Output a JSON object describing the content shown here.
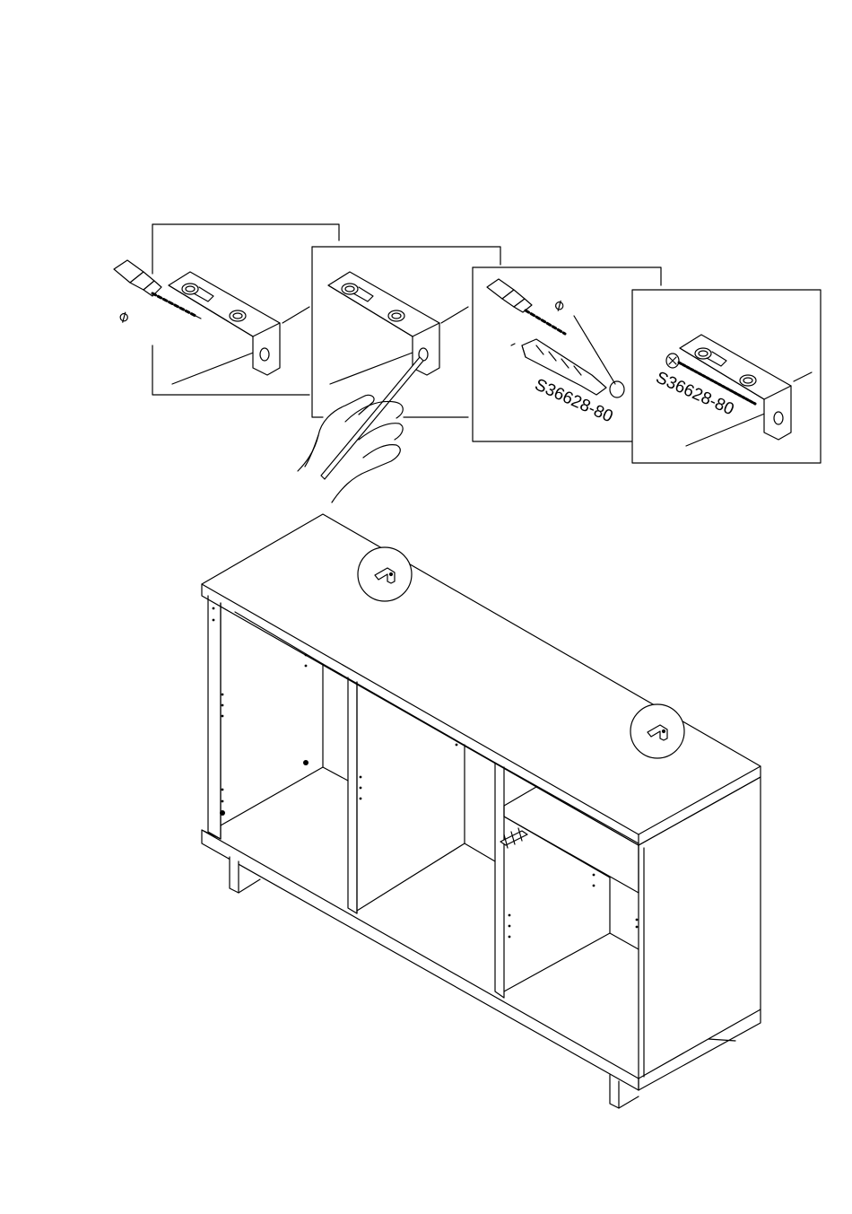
{
  "steps": [
    {
      "id": "drill",
      "symbol": "⌀"
    },
    {
      "id": "mark",
      "symbol": ""
    },
    {
      "id": "plug",
      "symbol": "⌀",
      "part_code": "S36628-80"
    },
    {
      "id": "screw",
      "symbol": "",
      "part_code": "S36628-80"
    }
  ],
  "colors": {
    "line": "#000000",
    "fill": "#ffffff"
  },
  "icons": [
    "drill-icon",
    "hand-icon",
    "pencil-icon",
    "wall-plug-icon",
    "screw-icon",
    "angle-bracket-icon",
    "cabinet-icon"
  ]
}
